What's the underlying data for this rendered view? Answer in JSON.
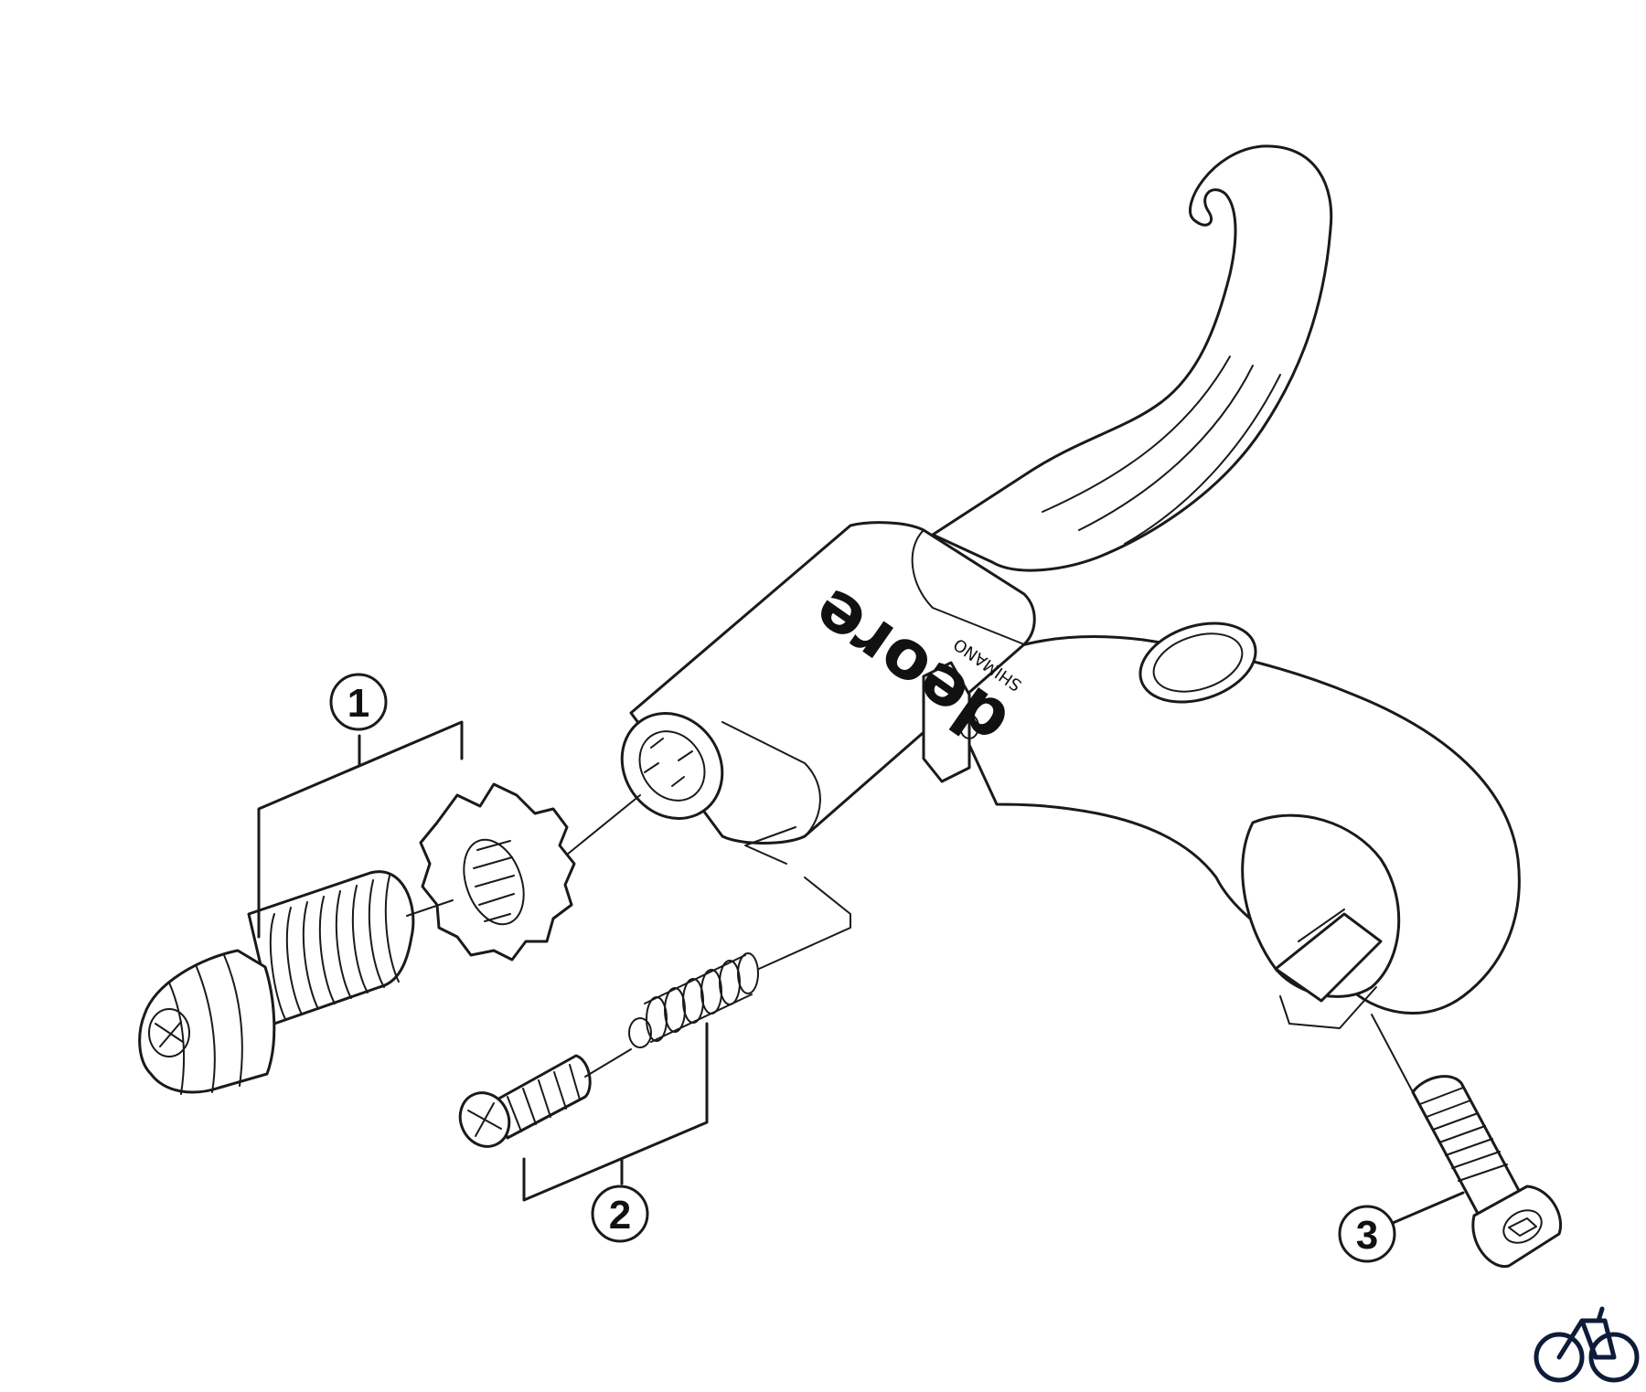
{
  "callouts": [
    {
      "number": "1"
    },
    {
      "number": "2"
    },
    {
      "number": "3"
    }
  ],
  "branding": {
    "model": "deore",
    "maker": "SHIMANO"
  },
  "icons": {
    "corner": "bicycle-icon"
  }
}
